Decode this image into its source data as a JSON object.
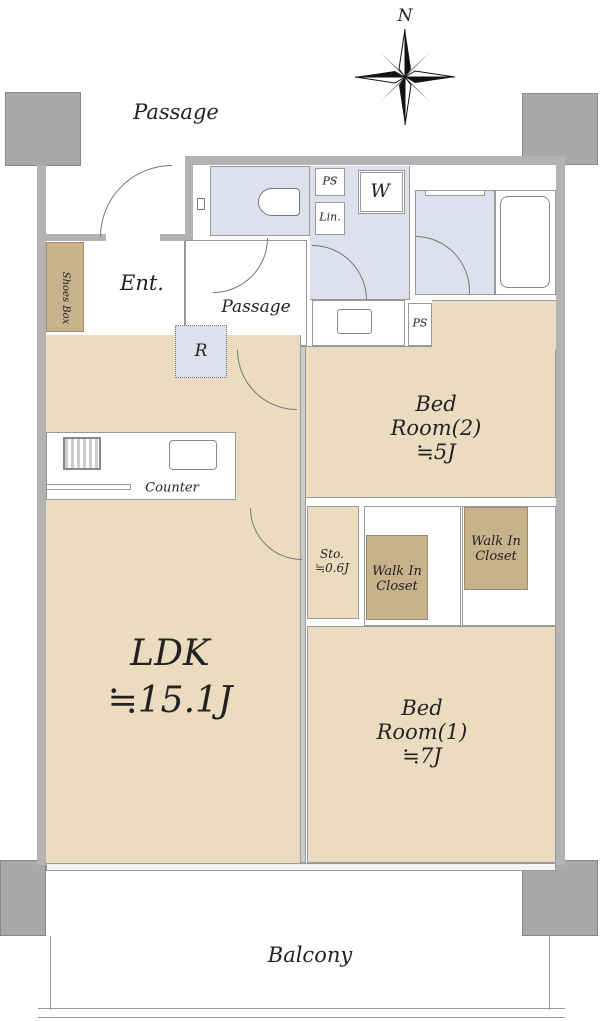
{
  "compass": {
    "label": "N"
  },
  "labels": {
    "outer_passage": "Passage",
    "entrance": "Ent.",
    "shoes_box": "Shoes Box",
    "inner_passage": "Passage",
    "refrigerator": "R",
    "counter": "Counter",
    "ps_top": "PS",
    "linen": "Lin.",
    "washer": "W",
    "ps_bottom": "PS",
    "ldk_name": "LDK",
    "ldk_size": "≒15.1J",
    "bed2_name_1": "Bed",
    "bed2_name_2": "Room(2)",
    "bed2_size": "≒5J",
    "storage_name": "Sto.",
    "storage_size": "≒0.6J",
    "wic1_line1": "Walk In",
    "wic1_line2": "Closet",
    "wic2_line1": "Walk In",
    "wic2_line2": "Closet",
    "bed1_name_1": "Bed",
    "bed1_name_2": "Room(1)",
    "bed1_size": "≒7J",
    "balcony": "Balcony"
  },
  "colors": {
    "floor": "#ebdcbf",
    "wet_area": "#dde1ee",
    "closet": "#c8b28c",
    "wall": "#b3b3b3"
  }
}
